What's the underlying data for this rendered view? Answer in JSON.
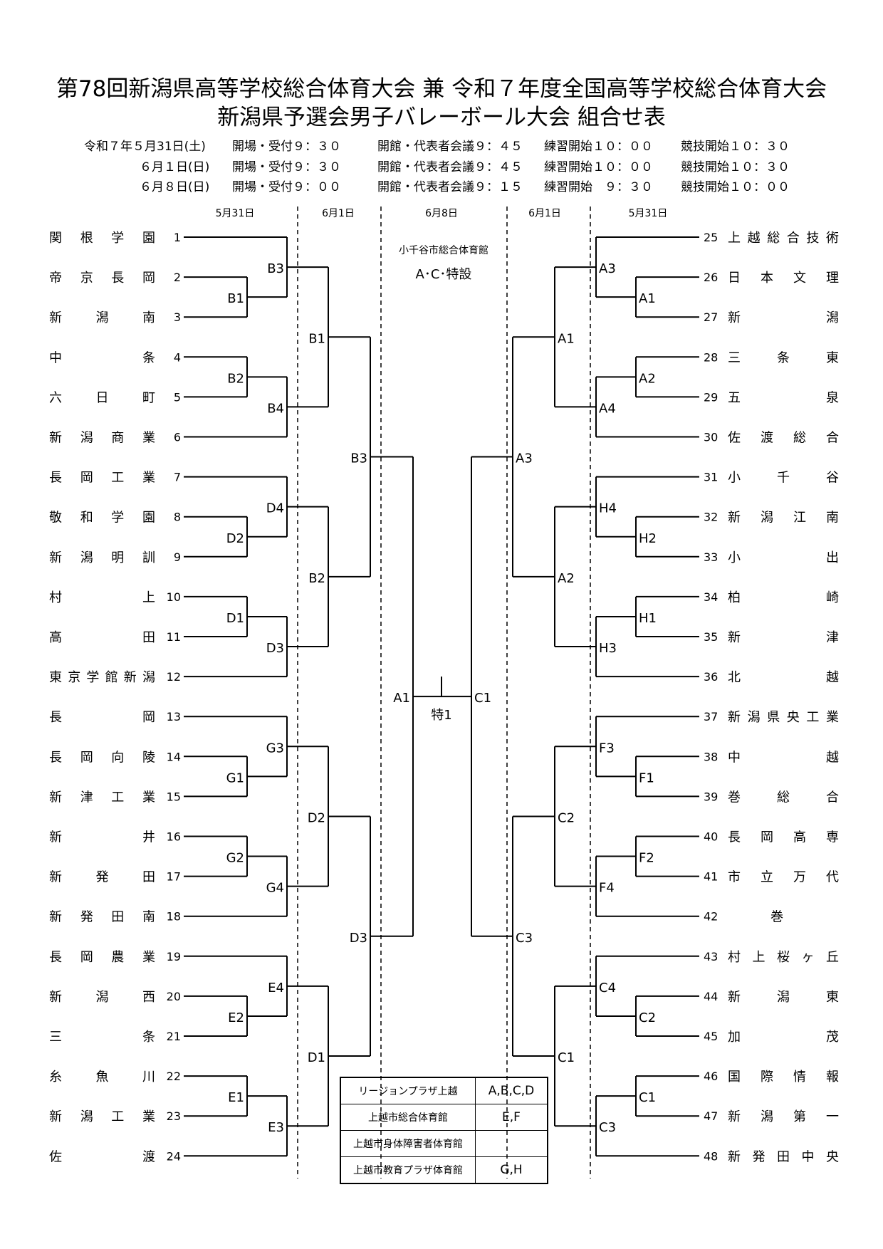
{
  "title_line1": "第78回新潟県高等学校総合体育大会 兼 令和７年度全国高等学校総合体育大会",
  "title_line2": "新潟県予選会男子バレーボール大会 組合せ表",
  "schedule": [
    {
      "date": "令和７年５月31日(土)",
      "open": "開場・受付９：３０",
      "meeting": "開館・代表者会議９：４５",
      "practice": "練習開始１０：００",
      "start": "競技開始１０：３０"
    },
    {
      "date": "６月１日(日)",
      "open": "開場・受付９：３０",
      "meeting": "開館・代表者会議９：４５",
      "practice": "練習開始１０：００",
      "start": "競技開始１０：３０"
    },
    {
      "date": "６月８日(日)",
      "open": "開場・受付９：００",
      "meeting": "開館・代表者会議９：１５",
      "practice": "練習開始　９：３０",
      "start": "競技開始１０：００"
    }
  ],
  "date_headers": [
    "5月31日",
    "6月1日",
    "6月8日",
    "6月1日",
    "5月31日"
  ],
  "final_venue": {
    "name": "小千谷市総合体育館",
    "courts": "A･C･特設"
  },
  "final_label": "特1",
  "left_teams": [
    {
      "no": "1",
      "name": "関根学園"
    },
    {
      "no": "2",
      "name": "帝京長岡"
    },
    {
      "no": "3",
      "name": "新潟南"
    },
    {
      "no": "4",
      "name": "中条"
    },
    {
      "no": "5",
      "name": "六日町"
    },
    {
      "no": "6",
      "name": "新潟商業"
    },
    {
      "no": "7",
      "name": "長岡工業"
    },
    {
      "no": "8",
      "name": "敬和学園"
    },
    {
      "no": "9",
      "name": "新潟明訓"
    },
    {
      "no": "10",
      "name": "村上"
    },
    {
      "no": "11",
      "name": "高田"
    },
    {
      "no": "12",
      "name": "東京学館新潟"
    },
    {
      "no": "13",
      "name": "長岡"
    },
    {
      "no": "14",
      "name": "長岡向陵"
    },
    {
      "no": "15",
      "name": "新津工業"
    },
    {
      "no": "16",
      "name": "新井"
    },
    {
      "no": "17",
      "name": "新発田"
    },
    {
      "no": "18",
      "name": "新発田南"
    },
    {
      "no": "19",
      "name": "長岡農業"
    },
    {
      "no": "20",
      "name": "新潟西"
    },
    {
      "no": "21",
      "name": "三条"
    },
    {
      "no": "22",
      "name": "糸魚川"
    },
    {
      "no": "23",
      "name": "新潟工業"
    },
    {
      "no": "24",
      "name": "佐渡"
    }
  ],
  "right_teams": [
    {
      "no": "25",
      "name": "上越総合技術"
    },
    {
      "no": "26",
      "name": "日本文理"
    },
    {
      "no": "27",
      "name": "新潟"
    },
    {
      "no": "28",
      "name": "三条東"
    },
    {
      "no": "29",
      "name": "五泉"
    },
    {
      "no": "30",
      "name": "佐渡総合"
    },
    {
      "no": "31",
      "name": "小千谷"
    },
    {
      "no": "32",
      "name": "新潟江南"
    },
    {
      "no": "33",
      "name": "小出"
    },
    {
      "no": "34",
      "name": "柏崎"
    },
    {
      "no": "35",
      "name": "新津"
    },
    {
      "no": "36",
      "name": "北越"
    },
    {
      "no": "37",
      "name": "新潟県央工業"
    },
    {
      "no": "38",
      "name": "中越"
    },
    {
      "no": "39",
      "name": "巻総合"
    },
    {
      "no": "40",
      "name": "長岡高専"
    },
    {
      "no": "41",
      "name": "市立万代"
    },
    {
      "no": "42",
      "name": "巻"
    },
    {
      "no": "43",
      "name": "村上桜ヶ丘"
    },
    {
      "no": "44",
      "name": "新潟東"
    },
    {
      "no": "45",
      "name": "加茂"
    },
    {
      "no": "46",
      "name": "国際情報"
    },
    {
      "no": "47",
      "name": "新潟第一"
    },
    {
      "no": "48",
      "name": "新発田中央"
    }
  ],
  "left_match_labels": {
    "r1": [
      "B1",
      "B2",
      "D2",
      "D1",
      "G1",
      "G2",
      "E2",
      "E1"
    ],
    "r2": [
      "B3",
      "B4",
      "D4",
      "D3",
      "G3",
      "G4",
      "E4",
      "E3"
    ],
    "r3": [
      "B1",
      "B2",
      "D2",
      "D1"
    ],
    "r4": [
      "B3",
      "D3"
    ],
    "r5": "A1"
  },
  "right_match_labels": {
    "r1": [
      "A1",
      "A2",
      "H2",
      "H1",
      "F1",
      "F2",
      "C2",
      "C1"
    ],
    "r2": [
      "A3",
      "A4",
      "H4",
      "H3",
      "F3",
      "F4",
      "C4",
      "C3"
    ],
    "r3": [
      "A1",
      "A2",
      "C2",
      "C1"
    ],
    "r4": [
      "A3",
      "C3"
    ],
    "r5": "C1"
  },
  "venues": [
    {
      "name": "リージョンプラザ上越",
      "courts": "A,B,C,D"
    },
    {
      "name": "上越市総合体育館",
      "courts": "E,F"
    },
    {
      "name": "上越市身体障害者体育館",
      "courts": ""
    },
    {
      "name": "上越市教育プラザ体育館",
      "courts": "G,H"
    }
  ]
}
